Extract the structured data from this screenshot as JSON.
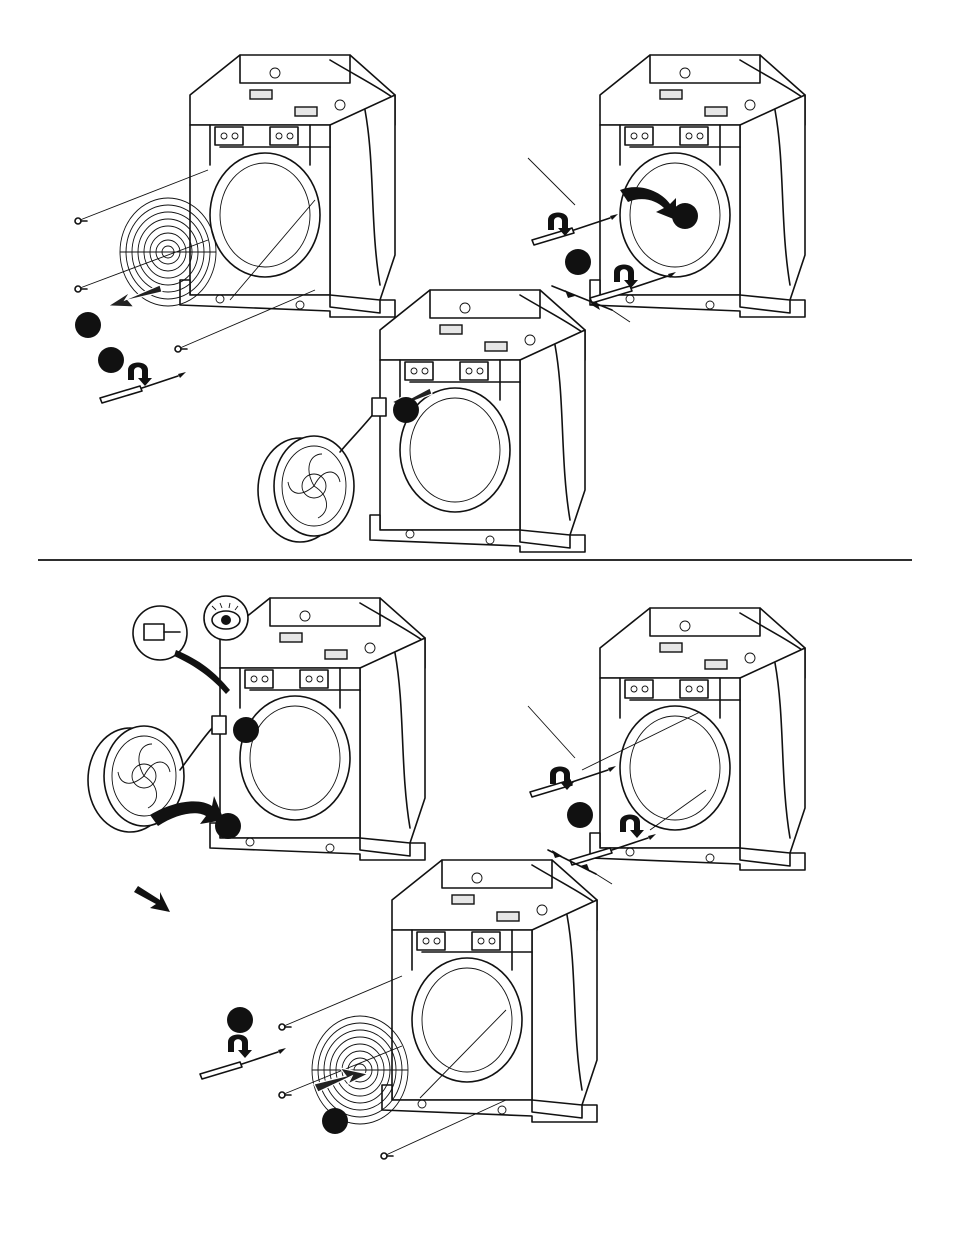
{
  "figure": {
    "steps": [
      {
        "id": "remove-guard",
        "badges": 2
      },
      {
        "id": "remove-screws",
        "badges": 2
      },
      {
        "id": "disconnect-fan",
        "badges": 1
      },
      {
        "id": "install-fan",
        "badges": 2
      },
      {
        "id": "install-screws",
        "badges": 1
      },
      {
        "id": "install-guard",
        "badges": 2
      }
    ],
    "colors": {
      "ink": "#111111",
      "paper": "#ffffff",
      "badge": "#111111"
    },
    "icons": [
      "screwdriver-icon",
      "rotate-arrow-icon",
      "eye-icon",
      "connector-icon",
      "direction-arrow-icon"
    ]
  }
}
